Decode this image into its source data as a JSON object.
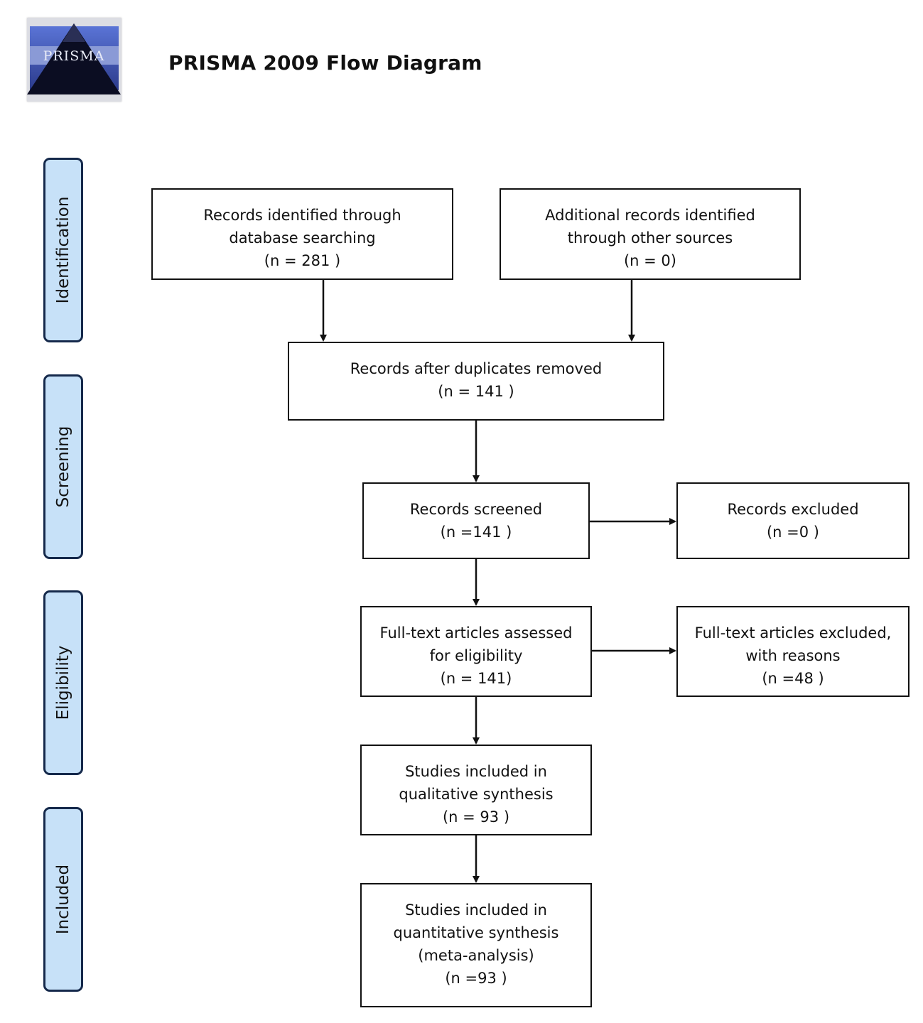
{
  "logo": {
    "text": "PRISMA",
    "colors": {
      "blue": "#4a63c4",
      "band": "#7c8ccf",
      "dark": "#0b0d22"
    }
  },
  "header": {
    "title": "PRISMA 2009 Flow Diagram"
  },
  "stages": [
    {
      "label": "Identification"
    },
    {
      "label": "Screening"
    },
    {
      "label": "Eligibility"
    },
    {
      "label": "Included"
    }
  ],
  "boxes": {
    "database_records": {
      "lines": [
        "Records identified through",
        "database searching",
        "(n = 281 )"
      ]
    },
    "other_records": {
      "lines": [
        "Additional records identified",
        "through other sources",
        "(n = 0)"
      ]
    },
    "after_duplicates": {
      "lines": [
        "Records after duplicates removed",
        "(n = 141 )"
      ]
    },
    "screened": {
      "lines": [
        "Records screened",
        "(n =141 )"
      ]
    },
    "excluded": {
      "lines": [
        "Records excluded",
        "(n =0 )"
      ]
    },
    "fulltext_assessed": {
      "lines": [
        "Full-text articles assessed",
        "for eligibility",
        "(n = 141)"
      ]
    },
    "fulltext_excluded": {
      "lines": [
        "Full-text articles excluded,",
        "with reasons",
        "(n =48 )"
      ]
    },
    "qualitative": {
      "lines": [
        "Studies included in",
        "qualitative synthesis",
        "(n = 93 )"
      ]
    },
    "quantitative": {
      "lines": [
        "Studies included in",
        "quantitative synthesis",
        "(meta-analysis)",
        "(n =93 )"
      ]
    }
  },
  "colors": {
    "stage_fill": "#c7e1f8",
    "stage_border": "#15294b",
    "box_border": "#111111",
    "arrow": "#111111"
  }
}
